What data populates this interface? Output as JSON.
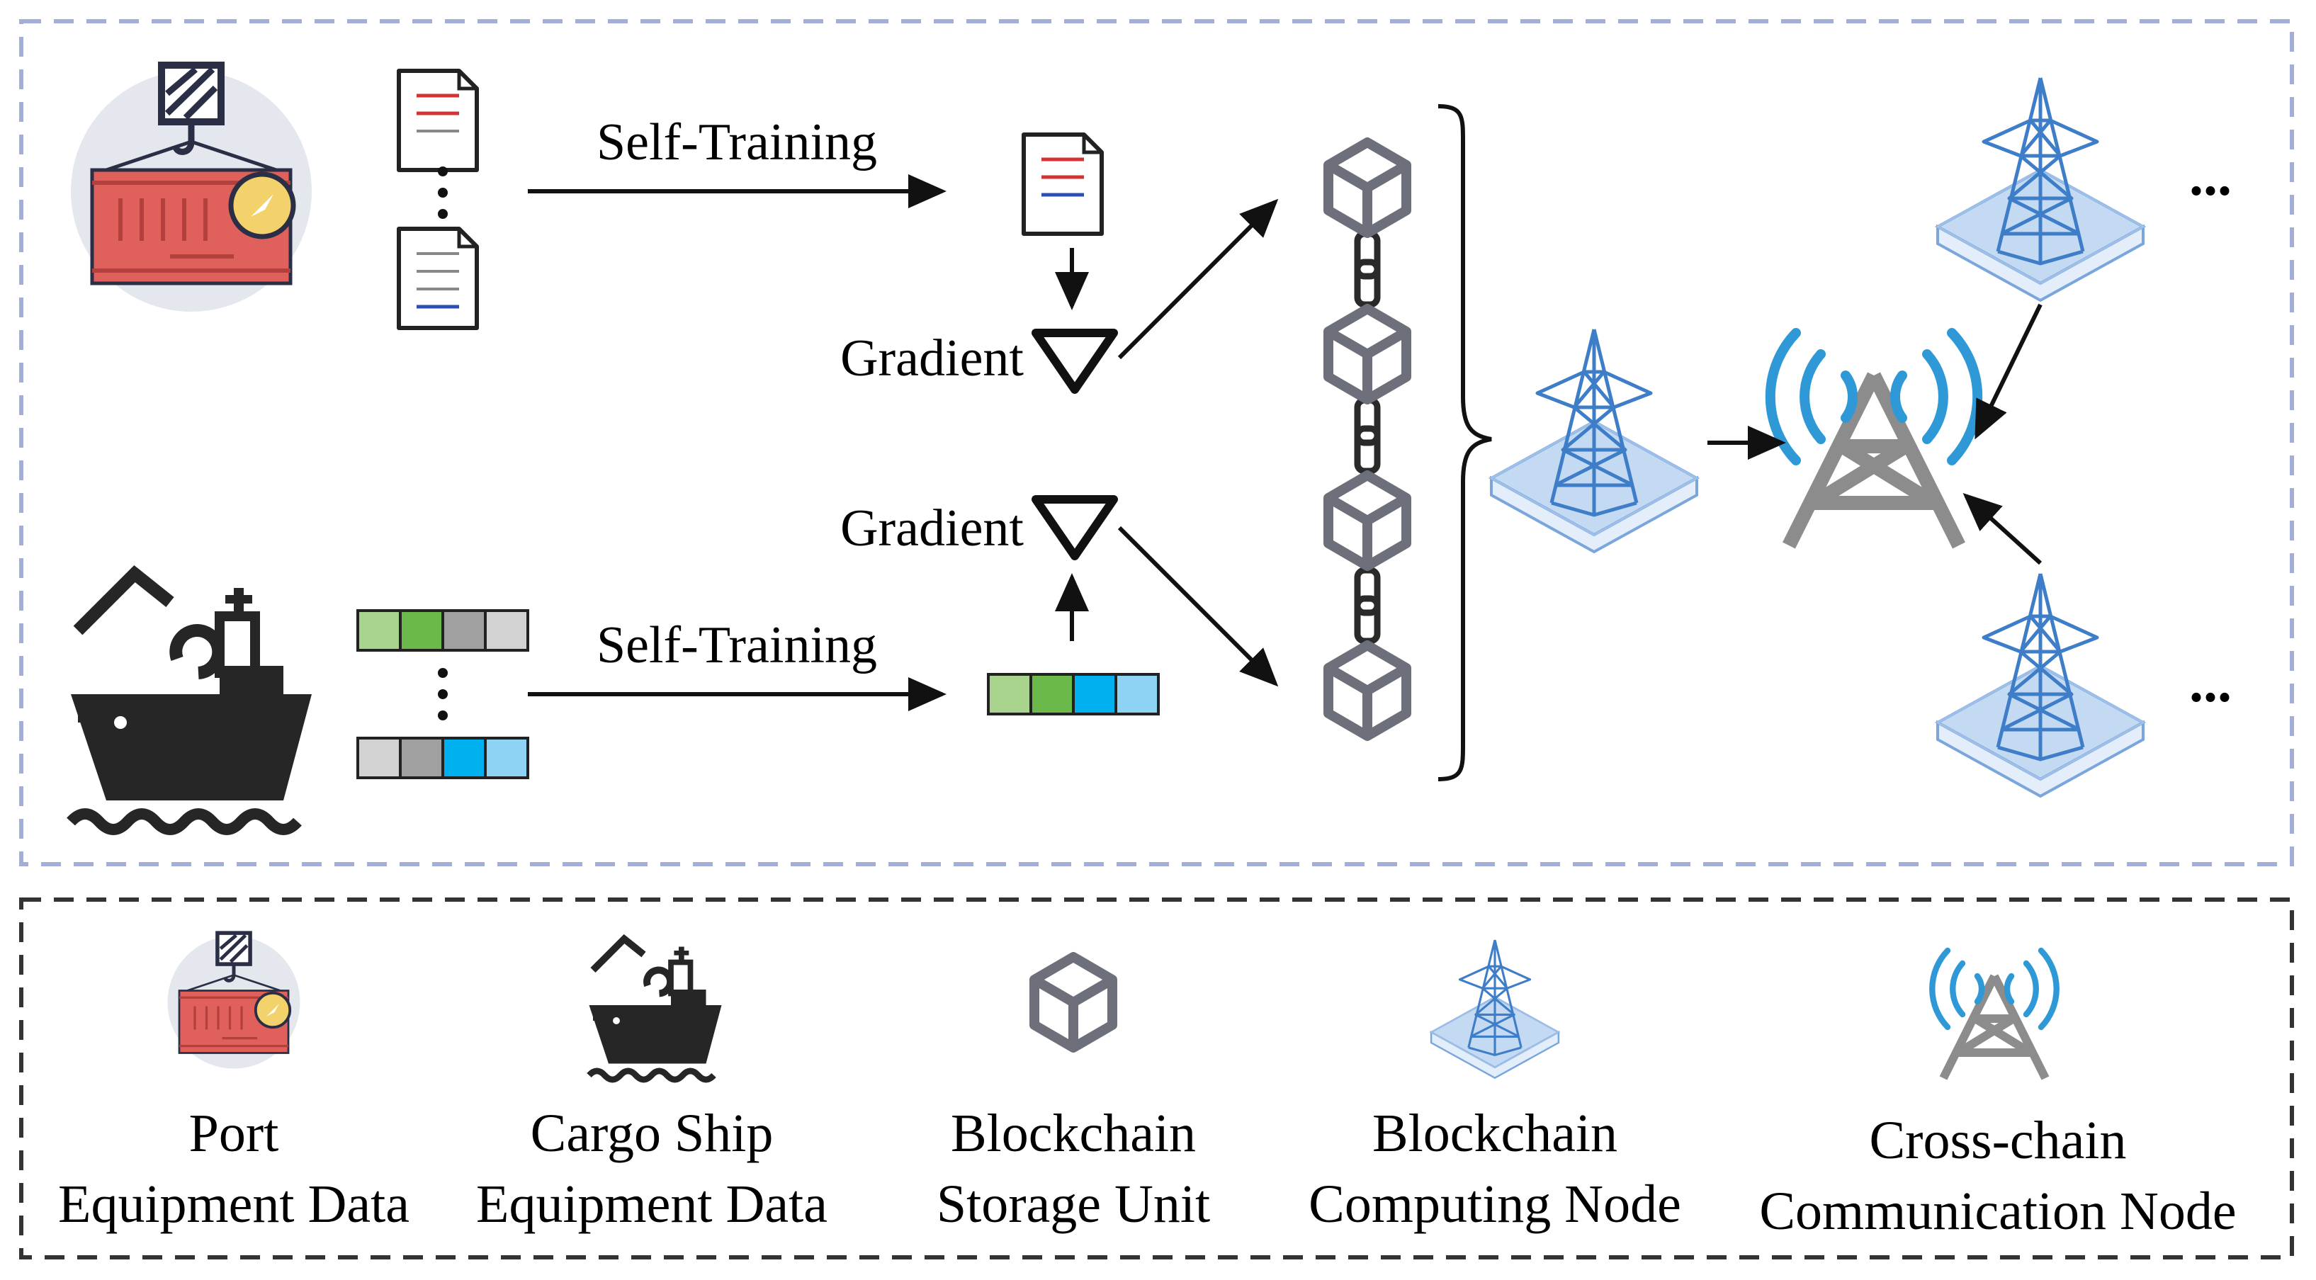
{
  "diagram": {
    "top_flow": {
      "arrow_label": "Self-Training",
      "gradient_label": "Gradient"
    },
    "bottom_flow": {
      "arrow_label": "Self-Training",
      "gradient_label": "Gradient"
    },
    "ellipsis": "...",
    "colors": {
      "top_border": "#a3aed6",
      "legend_border": "#333333",
      "container_red": "#e0605b",
      "port_circle": "#e4e7ee",
      "ship_black": "#262626",
      "cube_gray": "#6d6f7a",
      "node_blue": "#3e7dc7",
      "node_base": "#c4d9f2",
      "signal_blue": "#2f99d8",
      "tower_gray": "#8c8c8c",
      "feature_colors": [
        "#a9d48e",
        "#6bb84b",
        "#a0a0a0",
        "#d2d2d2",
        "#00b0ef",
        "#8fd3f4"
      ]
    }
  },
  "legend": {
    "items": [
      {
        "line1": "Port",
        "line2": "Equipment Data",
        "icon": "port-container-icon"
      },
      {
        "line1": "Cargo Ship",
        "line2": "Equipment Data",
        "icon": "cargo-ship-icon"
      },
      {
        "line1": "Blockchain",
        "line2": "Storage Unit",
        "icon": "cube-icon"
      },
      {
        "line1": "Blockchain",
        "line2": "Computing Node",
        "icon": "computing-node-icon"
      },
      {
        "line1": "Cross-chain",
        "line2": "Communication Node",
        "icon": "cross-chain-tower-icon"
      }
    ]
  }
}
